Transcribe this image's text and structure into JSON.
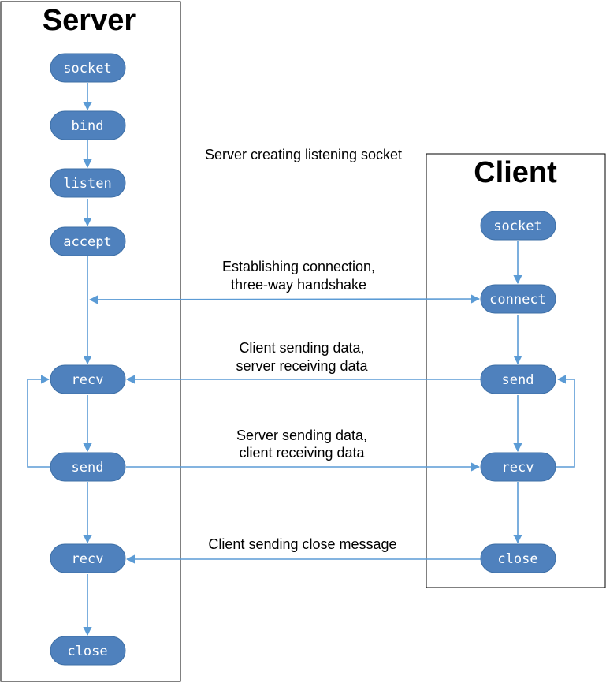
{
  "lanes": {
    "server": {
      "title": "Server"
    },
    "client": {
      "title": "Client"
    }
  },
  "nodes": {
    "server_socket": "socket",
    "server_bind": "bind",
    "server_listen": "listen",
    "server_accept": "accept",
    "server_recv_1": "recv",
    "server_send": "send",
    "server_recv_2": "recv",
    "server_close": "close",
    "client_socket": "socket",
    "client_connect": "connect",
    "client_send": "send",
    "client_recv": "recv",
    "client_close": "close"
  },
  "messages": {
    "listening": "Server creating listening socket",
    "handshake_1": "Establishing connection,",
    "handshake_2": "three-way handshake",
    "client_send_1": "Client sending data,",
    "client_send_2": "server receiving data",
    "server_send_1": "Server sending data,",
    "server_send_2": "client receiving data",
    "close_msg": "Client sending close message"
  },
  "colors": {
    "node_fill": "#4f81bd",
    "edge": "#5b9bd5"
  }
}
